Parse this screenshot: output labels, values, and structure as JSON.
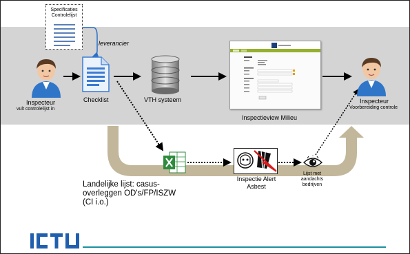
{
  "diagram": {
    "specificaties_label": "Specificaties Controlelijst",
    "leverancier_label": "leverancier",
    "inspecteur_left_title": "Inspecteur",
    "inspecteur_left_sub": "vult controlelijst in",
    "checklist_label": "Checklist",
    "vth_label": "VTH systeem",
    "inspectieview_label": "Inspectieview Milieu",
    "inspecteur_right_title": "Inspecteur",
    "inspecteur_right_sub": "Voorbereiding controle",
    "landelijke_lijst_label": "Landelijke lijst: casus-overleggen OD's/FP/ISZW (CI i.o.)",
    "inspectie_alert_label": "Inspectie Alert Asbest",
    "lijst_met_label": "Lijst met aandachts bedrijven"
  },
  "footer": {
    "logo_text": "ICTU"
  },
  "colors": {
    "band": "#d4d4d4",
    "flow_arrow": "#c2b79a",
    "accent_teal": "#1a8f9f",
    "doc_blue": "#3b7bd3",
    "excel_green": "#2e8b3e"
  }
}
